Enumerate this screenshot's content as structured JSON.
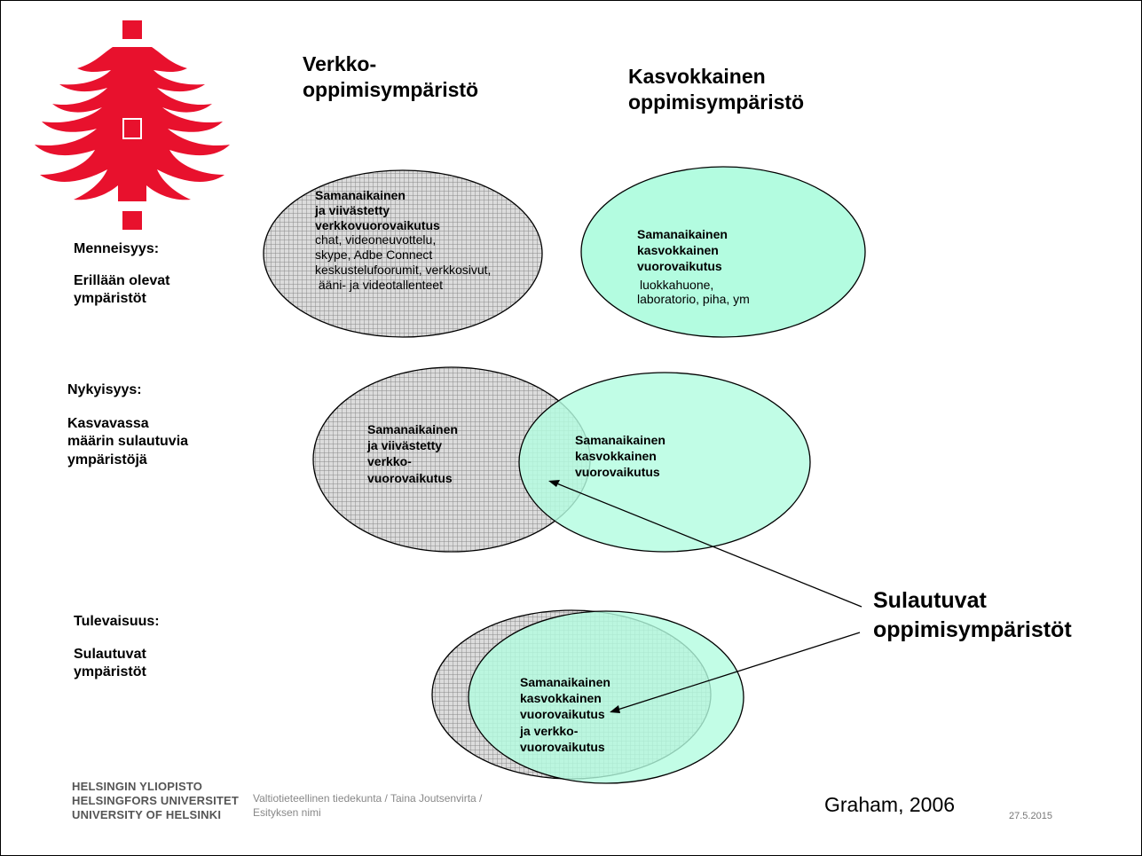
{
  "headers": {
    "online": [
      "Verkko-",
      "oppimisympäristö"
    ],
    "f2f": [
      "Kasvokkainen",
      "oppimisympäristö"
    ]
  },
  "rows": {
    "past": {
      "title": "Menneisyys:",
      "desc": [
        "Erillään olevat",
        "ympäristöt"
      ]
    },
    "present": {
      "title": "Nykyisyys:",
      "desc": [
        "Kasvavassa",
        "määrin sulautuvia",
        "ympäristöjä"
      ]
    },
    "future": {
      "title": "Tulevaisuus:",
      "desc": [
        "Sulautuvat",
        "ympäristöt"
      ]
    }
  },
  "ellipses": {
    "past_online": {
      "bold": [
        "Samanaikainen",
        "ja viivästetty",
        "verkkovuorovaikutus"
      ],
      "normal": [
        "chat, videoneuvottelu,",
        "skype, Adbe Connect",
        "keskustelufoorumit, verkkosivut,",
        " ääni- ja videotallenteet"
      ]
    },
    "past_f2f": {
      "bold": [
        "Samanaikainen",
        "kasvokkainen",
        "vuorovaikutus"
      ],
      "normal": [
        "luokkahuone,",
        "laboratorio, piha, ym"
      ]
    },
    "present_online": {
      "bold": [
        "Samanaikainen",
        "ja viivästetty",
        "verkko-",
        "vuorovaikutus"
      ]
    },
    "present_f2f": {
      "bold": [
        "Samanaikainen",
        "kasvokkainen",
        "vuorovaikutus"
      ]
    },
    "future_merged": {
      "bold": [
        "Samanaikainen",
        "kasvokkainen",
        "vuorovaikutus",
        "ja verkko-",
        "vuorovaikutus"
      ]
    }
  },
  "callout": [
    "Sulautuvat",
    "oppimisympäristöt"
  ],
  "footer": {
    "university": [
      "HELSINGIN YLIOPISTO",
      "HELSINGFORS UNIVERSITET",
      "UNIVERSITY OF HELSINKI"
    ],
    "faculty": [
      "Valtiotieteellinen tiedekunta / Taina Joutsenvirta /",
      "Esityksen nimi"
    ],
    "citation": "Graham, 2006",
    "date": "27.5.2015"
  },
  "colors": {
    "logo_red": "#e8112d",
    "f2f_fill": "#b3fce0",
    "online_fill": "#c9c9c9",
    "grid": "#8a8a8a"
  },
  "icons": [
    "university-flame-logo"
  ]
}
